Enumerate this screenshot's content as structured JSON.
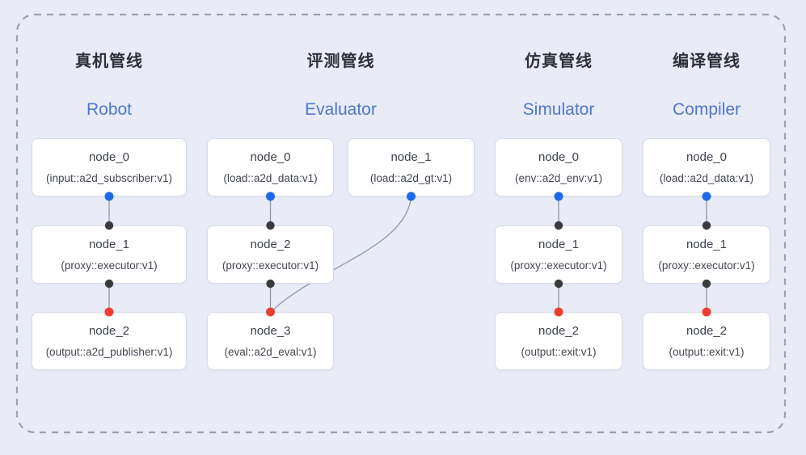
{
  "colors": {
    "background": "#e9ecf7",
    "frame_border": "#9aa1af",
    "box_bg": "#ffffff",
    "box_border": "#d9dde7",
    "title_cn": "#2d3038",
    "title_en": "#4e77cd",
    "node_text": "#3d414a",
    "edge": "#8e97aa",
    "port_blue": "#1d69e8",
    "port_black": "#3b3b3d",
    "port_red": "#ee3d2b"
  },
  "pipelines": [
    {
      "id": "robot",
      "title_cn": "真机管线",
      "title_en": "Robot",
      "nodes": [
        {
          "title": "node_0",
          "subtitle": "(input::a2d_subscriber:v1)"
        },
        {
          "title": "node_1",
          "subtitle": "(proxy::executor:v1)"
        },
        {
          "title": "node_2",
          "subtitle": "(output::a2d_publisher:v1)"
        }
      ]
    },
    {
      "id": "evaluator",
      "title_cn": "评测管线",
      "title_en": "Evaluator",
      "nodes": [
        {
          "title": "node_0",
          "subtitle": "(load::a2d_data:v1)"
        },
        {
          "title": "node_1",
          "subtitle": "(load::a2d_gt:v1)"
        },
        {
          "title": "node_2",
          "subtitle": "(proxy::executor:v1)"
        },
        {
          "title": "node_3",
          "subtitle": "(eval::a2d_eval:v1)"
        }
      ]
    },
    {
      "id": "simulator",
      "title_cn": "仿真管线",
      "title_en": "Simulator",
      "nodes": [
        {
          "title": "node_0",
          "subtitle": "(env::a2d_env:v1)"
        },
        {
          "title": "node_1",
          "subtitle": "(proxy::executor:v1)"
        },
        {
          "title": "node_2",
          "subtitle": "(output::exit:v1)"
        }
      ]
    },
    {
      "id": "compiler",
      "title_cn": "编译管线",
      "title_en": "Compiler",
      "nodes": [
        {
          "title": "node_0",
          "subtitle": "(load::a2d_data:v1)"
        },
        {
          "title": "node_1",
          "subtitle": "(proxy::executor:v1)"
        },
        {
          "title": "node_2",
          "subtitle": "(output::exit:v1)"
        }
      ]
    }
  ]
}
